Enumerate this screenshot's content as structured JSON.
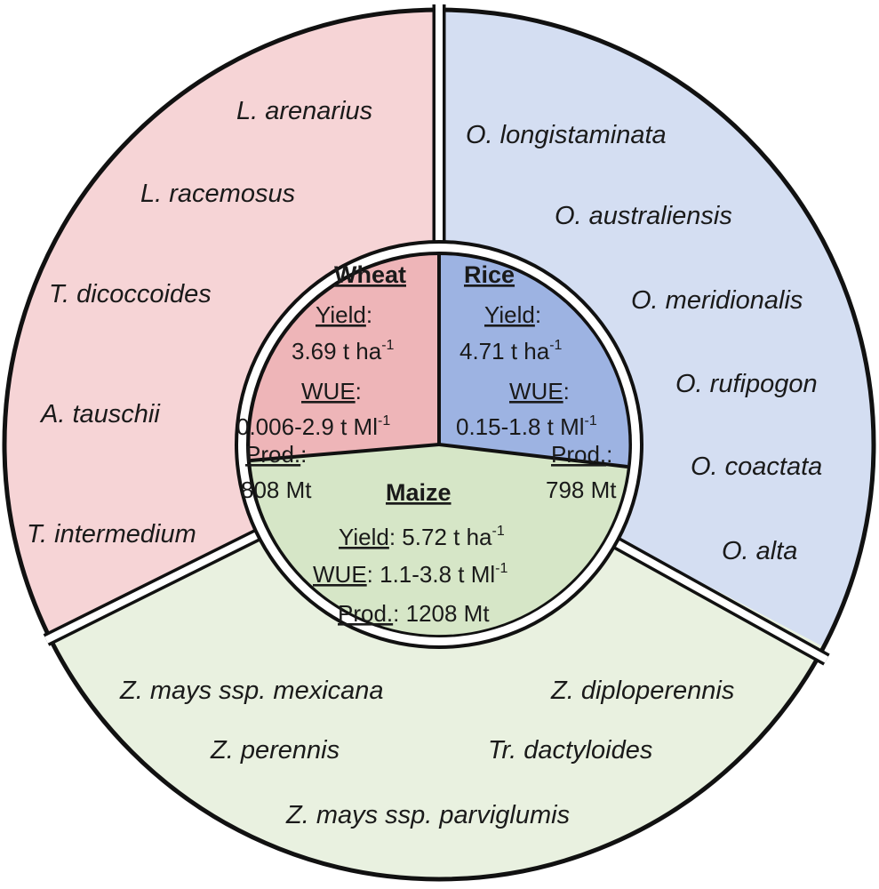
{
  "colors": {
    "wheat_outer": "#f6d4d6",
    "wheat_inner": "#eeb5b8",
    "rice_outer": "#d4def2",
    "rice_inner": "#9db3e2",
    "maize_outer": "#e9f1e0",
    "maize_inner": "#d6e6c7",
    "outline": "#111111"
  },
  "wheat": {
    "title": "Wheat",
    "yield_label": "Yield",
    "yield_colon": ":",
    "yield_value": "3.69 t ha",
    "yield_sup": "-1",
    "wue_label": "WUE",
    "wue_colon": ":",
    "wue_value": "0.006-2.9 t Ml",
    "wue_sup": "-1",
    "prod_label": "Prod.",
    "prod_colon": ":",
    "prod_value": "808 Mt",
    "species": [
      "L. arenarius",
      "L. racemosus",
      "T. dicoccoides",
      "A. tauschii",
      "T. intermedium"
    ]
  },
  "rice": {
    "title": "Rice",
    "yield_label": "Yield",
    "yield_colon": ":",
    "yield_value": "4.71 t ha",
    "yield_sup": "-1",
    "wue_label": "WUE",
    "wue_colon": ":",
    "wue_value": "0.15-1.8 t Ml",
    "wue_sup": "-1",
    "prod_label": "Prod.",
    "prod_colon": ":",
    "prod_value": "798 Mt",
    "species": [
      "O. longistaminata",
      "O. australiensis",
      "O. meridionalis",
      "O. rufipogon",
      "O. coactata",
      "O. alta"
    ]
  },
  "maize": {
    "title": "Maize",
    "yield_label": "Yield",
    "yield_rest": ": 5.72 t ha",
    "yield_sup": "-1",
    "wue_label": "WUE",
    "wue_rest": ": 1.1-3.8 t Ml",
    "wue_sup": "-1",
    "prod_label": "Prod.",
    "prod_rest": ": 1208 Mt",
    "species": [
      "Z. mays ssp. mexicana",
      "Z. diploperennis",
      "Z. perennis",
      "Tr. dactyloides",
      "Z. mays ssp. parviglumis"
    ]
  }
}
